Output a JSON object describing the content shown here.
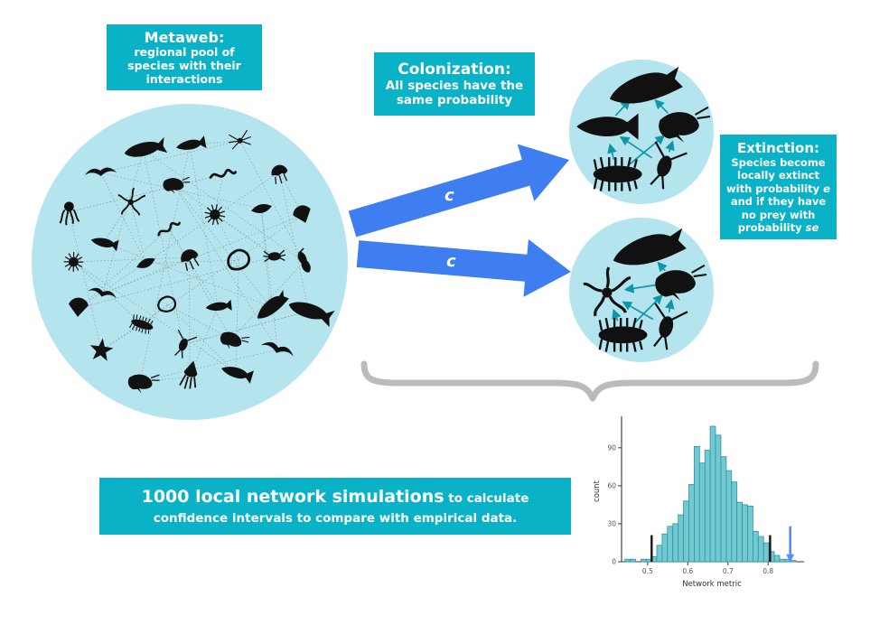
{
  "palette": {
    "box_bg": "#09b2c6",
    "box_text": "#ffffff",
    "circle_fill": "#b4e5ef",
    "silhouette": "#111111",
    "link_gray": "#8c8c8c",
    "arrow_blue": "#3f7ef0",
    "brace_gray": "#bbbbbb",
    "web_arrow_teal": "#0e97a7",
    "hist_fill": "#73c9d2",
    "hist_stroke": "#2e93a0",
    "hist_marker_black": "#151515",
    "hist_arrow_blue": "#5b8cf5"
  },
  "metaweb_box": {
    "title": "Metaweb:",
    "body": "regional pool of species with their interactions"
  },
  "colonization_box": {
    "title": "Colonization:",
    "body": "All species have the same probability"
  },
  "extinction_box": {
    "title": "Extinction:",
    "body_parts": [
      {
        "text": "Species become locally extinct with probability "
      },
      {
        "text": "e",
        "italic": true
      },
      {
        "text": " and if they have no prey with probability "
      },
      {
        "text": "se",
        "italic": true
      }
    ]
  },
  "simulations_box": {
    "lead": "1000 local network simulations",
    "rest": " to calculate confidence intervals to compare with empirical data."
  },
  "colonization_arrows": {
    "top_label": "c",
    "bottom_label": "c"
  },
  "metaweb_species": [
    "penguin",
    "whale",
    "albatross",
    "icefish",
    "squid",
    "krill",
    "starfish",
    "limpet",
    "sea-urchin",
    "octopus",
    "skua",
    "orca",
    "toothfish",
    "sea-spider",
    "jellyfish",
    "scallop",
    "seal",
    "amphipod",
    "copepod",
    "isopod",
    "petrel",
    "silverfish",
    "brittle-star",
    "shrimp",
    "polychaete-worm",
    "salp",
    "crab",
    "lanternfish",
    "sponge",
    "sea-cucumber",
    "nemertean-worm",
    "anemone",
    "bryozoan",
    "ctenophore"
  ],
  "local_webs": {
    "top": {
      "species": [
        "seal",
        "icefish",
        "krill",
        "copepod",
        "isopod"
      ]
    },
    "bottom": {
      "species": [
        "seal",
        "brittle-star",
        "krill",
        "copepod",
        "isopod"
      ]
    }
  },
  "chart_data": {
    "type": "bar",
    "subtype": "histogram",
    "xlabel": "Network metric",
    "ylabel": "count",
    "x_ticks": [
      0.5,
      0.6,
      0.7,
      0.8
    ],
    "y_ticks": [
      0,
      30,
      60,
      90
    ],
    "xlim": [
      0.435,
      0.885
    ],
    "ylim": [
      0,
      112
    ],
    "bin_start": 0.443,
    "bin_width": 0.0133,
    "counts": [
      2,
      2,
      0,
      2,
      2,
      4,
      13,
      22,
      28,
      30,
      37,
      48,
      61,
      91,
      78,
      88,
      107,
      100,
      83,
      72,
      63,
      47,
      45,
      44,
      24,
      20,
      15,
      8,
      5,
      2,
      2,
      1
    ],
    "ci_markers": [
      0.51,
      0.805
    ],
    "ci_marker_height": 21,
    "empirical_arrow_x": 0.855,
    "legend": "none",
    "grid": "off"
  }
}
